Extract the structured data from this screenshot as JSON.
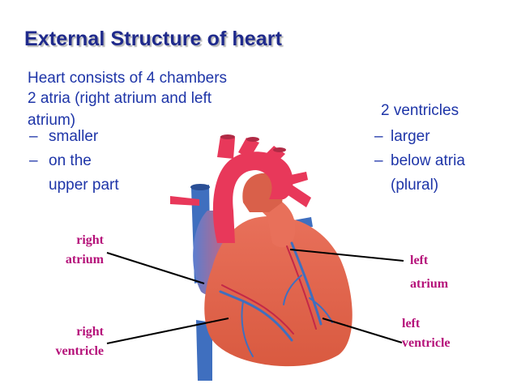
{
  "title": "External Structure of heart",
  "intro": {
    "line1": "Heart consists of 4 chambers",
    "line2": "2 atria (right atrium and left",
    "line3": "atrium)"
  },
  "atria_points": [
    {
      "dash": "–",
      "text": "smaller"
    },
    {
      "dash": "–",
      "text": "on the"
    },
    {
      "dash": "",
      "text": "upper part"
    }
  ],
  "ventricles": {
    "heading": "2 ventricles",
    "points": [
      {
        "dash": "–",
        "text": "larger"
      },
      {
        "dash": "–",
        "text": "below atria"
      },
      {
        "dash": "",
        "text": "(plural)"
      }
    ]
  },
  "labels": {
    "right_atrium_l1": "right",
    "right_atrium_l2": "atrium",
    "right_ventricle_l1": "right",
    "right_ventricle_l2": "ventricle",
    "left_atrium_l1": "left",
    "left_atrium_l2": "atrium",
    "left_ventricle_l1": "left",
    "left_ventricle_l2": "ventricle"
  },
  "colors": {
    "title": "#1f2a8c",
    "body_text": "#1e35a8",
    "label_text": "#b5127a",
    "aorta_red": "#e8385a",
    "muscle_orange": "#e06a4e",
    "vein_blue": "#3f6fbf"
  }
}
